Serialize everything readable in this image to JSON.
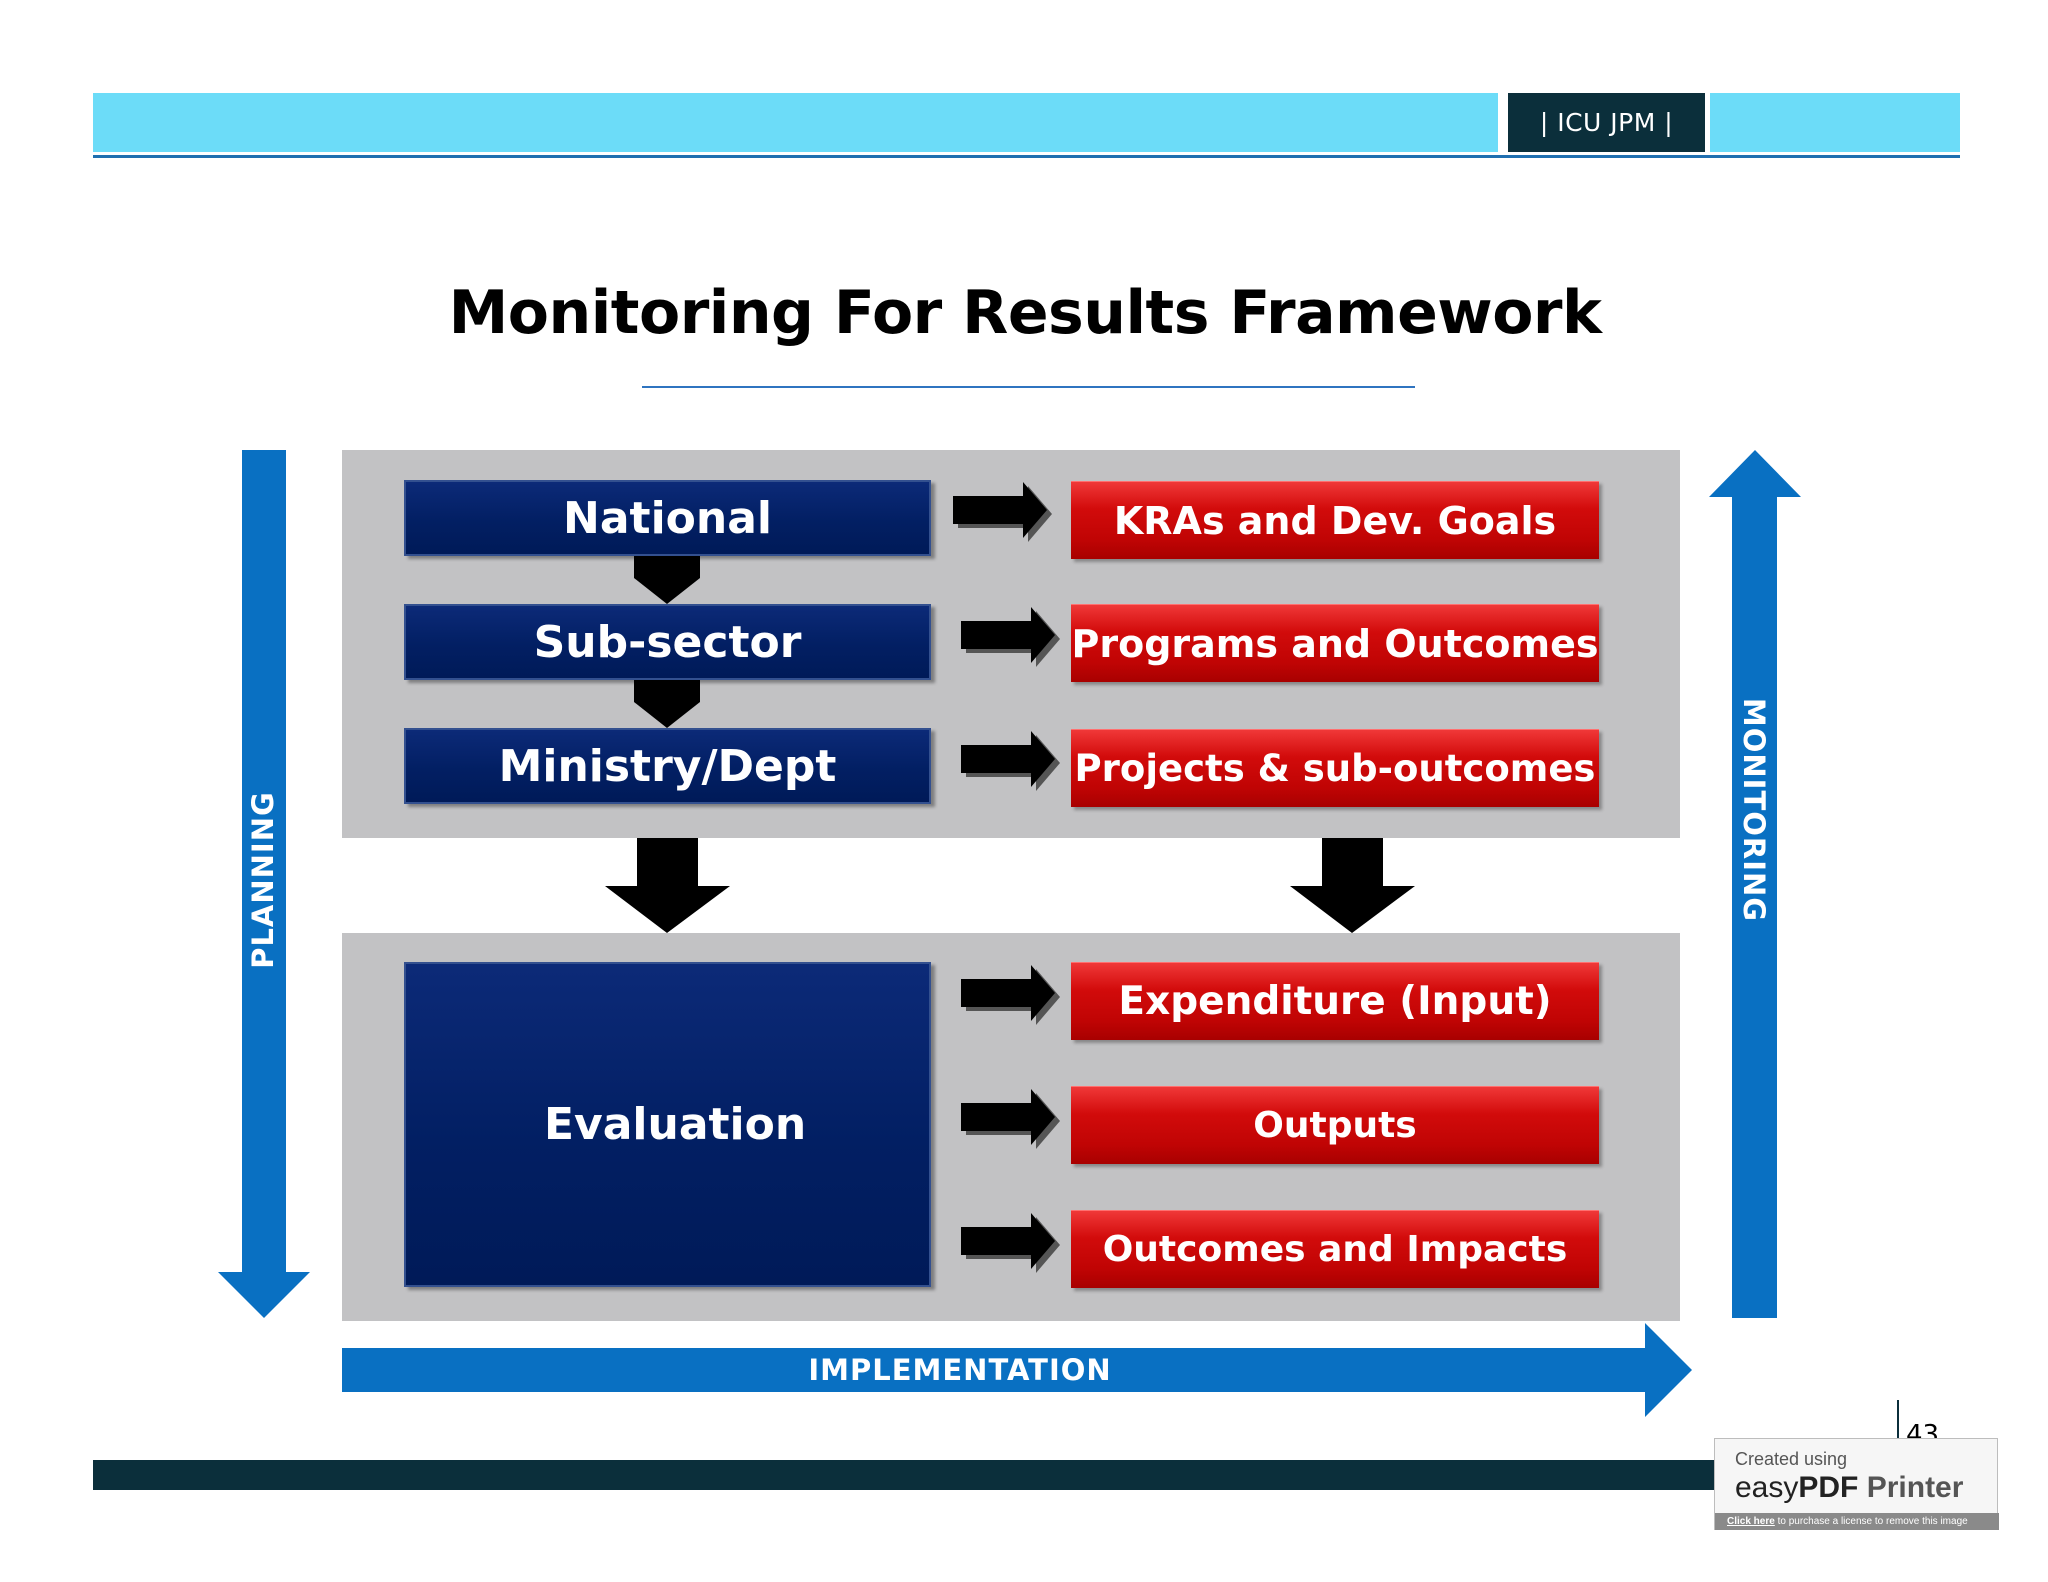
{
  "header": {
    "tag": "| ICU JPM |",
    "title": "Monitoring For Results Framework"
  },
  "planning": {
    "national": "National",
    "subsector": "Sub-sector",
    "ministry": "Ministry/Dept",
    "evaluation": "Evaluation"
  },
  "results": {
    "kras": "KRAs and Dev. Goals",
    "programs": "Programs and Outcomes",
    "projects": "Projects & sub-outcomes",
    "expenditure": "Expenditure (Input)",
    "outputs": "Outputs",
    "outcomes": "Outcomes and Impacts"
  },
  "axes": {
    "planning": "PLANNING",
    "monitoring": "MONITORING",
    "implementation": "IMPLEMENTATION"
  },
  "footer": {
    "page_number": "43"
  },
  "watermark": {
    "created": "Created using",
    "brand_easy": "easy",
    "brand_pdf": "PDF",
    "brand_printer": "Printer",
    "click_here": "Click here",
    "footer_rest": " to purchase a license to remove this image"
  },
  "colors": {
    "header_bar": "#6cdcf8",
    "navy": "#021f63",
    "red": "#c00404",
    "arrow_blue": "#0970c2",
    "panel_gray": "#c2c2c4"
  }
}
